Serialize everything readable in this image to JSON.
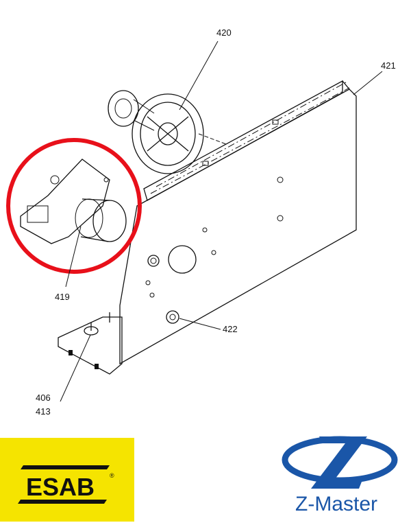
{
  "diagram": {
    "labels": {
      "l420": "420",
      "l421": "421",
      "l419": "419",
      "l422": "422",
      "l406": "406",
      "l413": "413"
    },
    "highlight_color": "#e8101a"
  },
  "logos": {
    "esab": {
      "text": "ESAB",
      "mark": "®",
      "bg_color": "#f5e400"
    },
    "zmaster": {
      "text": "Z-Master",
      "color": "#1a56a8"
    }
  }
}
